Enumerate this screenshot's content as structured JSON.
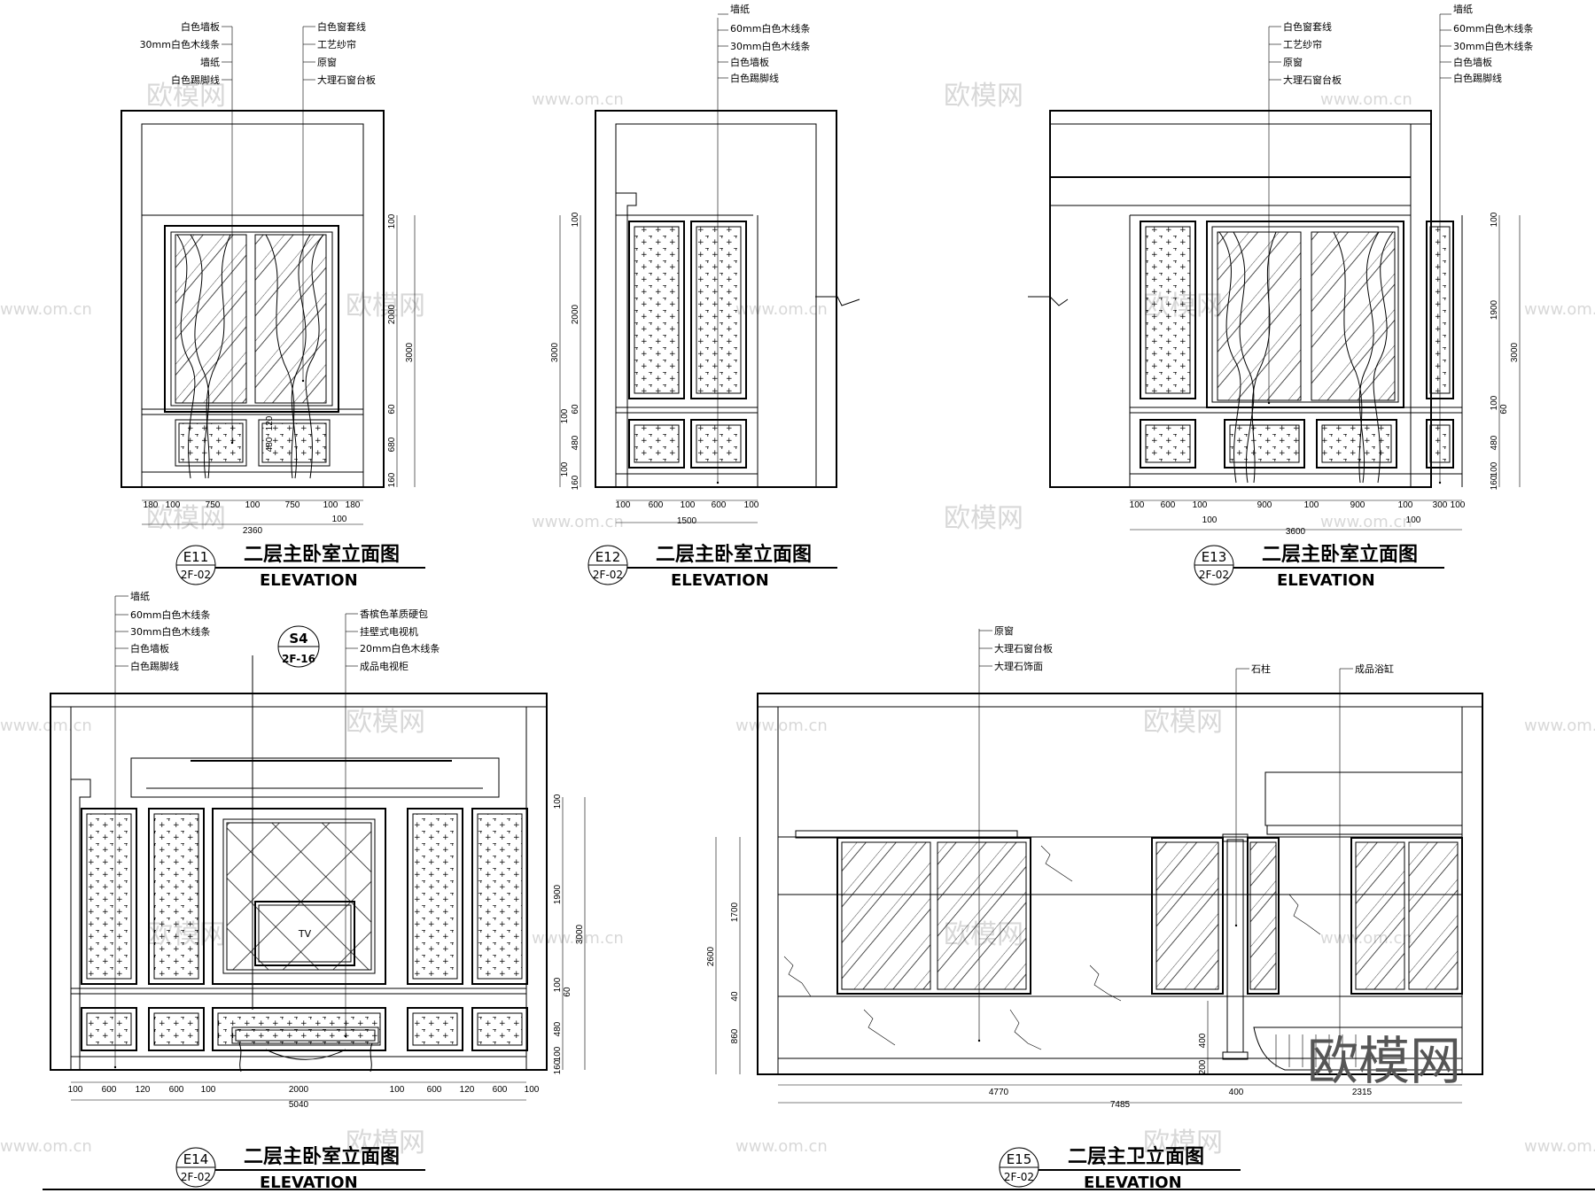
{
  "watermark": {
    "logo": "欧模网",
    "url": "www.om.cn"
  },
  "elevations": [
    {
      "id": "e11",
      "tag": "E11",
      "sheet": "2F-02",
      "title": "二层主卧室立面图",
      "subtitle": "ELEVATION",
      "labels_left": [
        "白色墙板",
        "30mm白色木线条",
        "墙纸",
        "白色踢脚线"
      ],
      "labels_right": [
        "白色窗套线",
        "工艺纱帘",
        "原窗",
        "大理石窗台板"
      ],
      "dims_right": [
        "100",
        "2000",
        "60",
        "680",
        "160",
        "3000"
      ],
      "dims_bottom": [
        "180",
        "100",
        "750",
        "100",
        "750",
        "100",
        "180"
      ],
      "total": "2360",
      "extra_dims": [
        "100",
        "120",
        "480",
        "100"
      ]
    },
    {
      "id": "e12",
      "tag": "E12",
      "sheet": "2F-02",
      "title": "二层主卧室立面图",
      "subtitle": "ELEVATION",
      "labels": [
        "墙纸",
        "60mm白色木线条",
        "30mm白色木线条",
        "白色墙板",
        "白色踢脚线"
      ],
      "dims_left": [
        "100",
        "2000",
        "60",
        "100",
        "480",
        "100",
        "160",
        "3000"
      ],
      "dims_bottom": [
        "100",
        "600",
        "100",
        "600",
        "100"
      ],
      "total": "1500"
    },
    {
      "id": "e13",
      "tag": "E13",
      "sheet": "2F-02",
      "title": "二层主卧室立面图",
      "subtitle": "ELEVATION",
      "labels_left": [
        "白色窗套线",
        "工艺纱帘",
        "原窗",
        "大理石窗台板"
      ],
      "labels_right": [
        "墙纸",
        "60mm白色木线条",
        "30mm白色木线条",
        "白色墙板",
        "白色踢脚线"
      ],
      "dims_right": [
        "100",
        "1900",
        "100",
        "60",
        "480",
        "100",
        "160",
        "3000"
      ],
      "dims_bottom": [
        "100",
        "600",
        "100",
        "100",
        "900",
        "100",
        "900",
        "100",
        "100",
        "300",
        "100"
      ],
      "total": "3600"
    },
    {
      "id": "e14",
      "tag": "E14",
      "sheet": "2F-02",
      "title": "二层主卧室立面图",
      "subtitle": "ELEVATION",
      "section_tag": "S4",
      "section_sheet": "2F-16",
      "labels_left": [
        "墙纸",
        "60mm白色木线条",
        "30mm白色木线条",
        "白色墙板",
        "白色踢脚线"
      ],
      "labels_right": [
        "香槟色革质硬包",
        "挂壁式电视机",
        "20mm白色木线条",
        "成品电视柜"
      ],
      "tv": "TV",
      "dims_right": [
        "100",
        "1900",
        "100",
        "60",
        "480",
        "100",
        "160",
        "3000"
      ],
      "dims_bottom": [
        "100",
        "600",
        "120",
        "600",
        "100",
        "2000",
        "100",
        "600",
        "120",
        "600",
        "100"
      ],
      "total": "5040"
    },
    {
      "id": "e15",
      "tag": "E15",
      "sheet": "2F-02",
      "title": "二层主卫立面图",
      "subtitle": "ELEVATION",
      "labels_window": [
        "原窗",
        "大理石窗台板",
        "大理石饰面"
      ],
      "label_column": "石柱",
      "label_tub": "成品浴缸",
      "dims_left": [
        "1700",
        "40",
        "860",
        "2600"
      ],
      "dims_right": [
        "400",
        "200"
      ],
      "dims_bottom": [
        "4770",
        "400",
        "2315"
      ],
      "total": "7485"
    }
  ]
}
